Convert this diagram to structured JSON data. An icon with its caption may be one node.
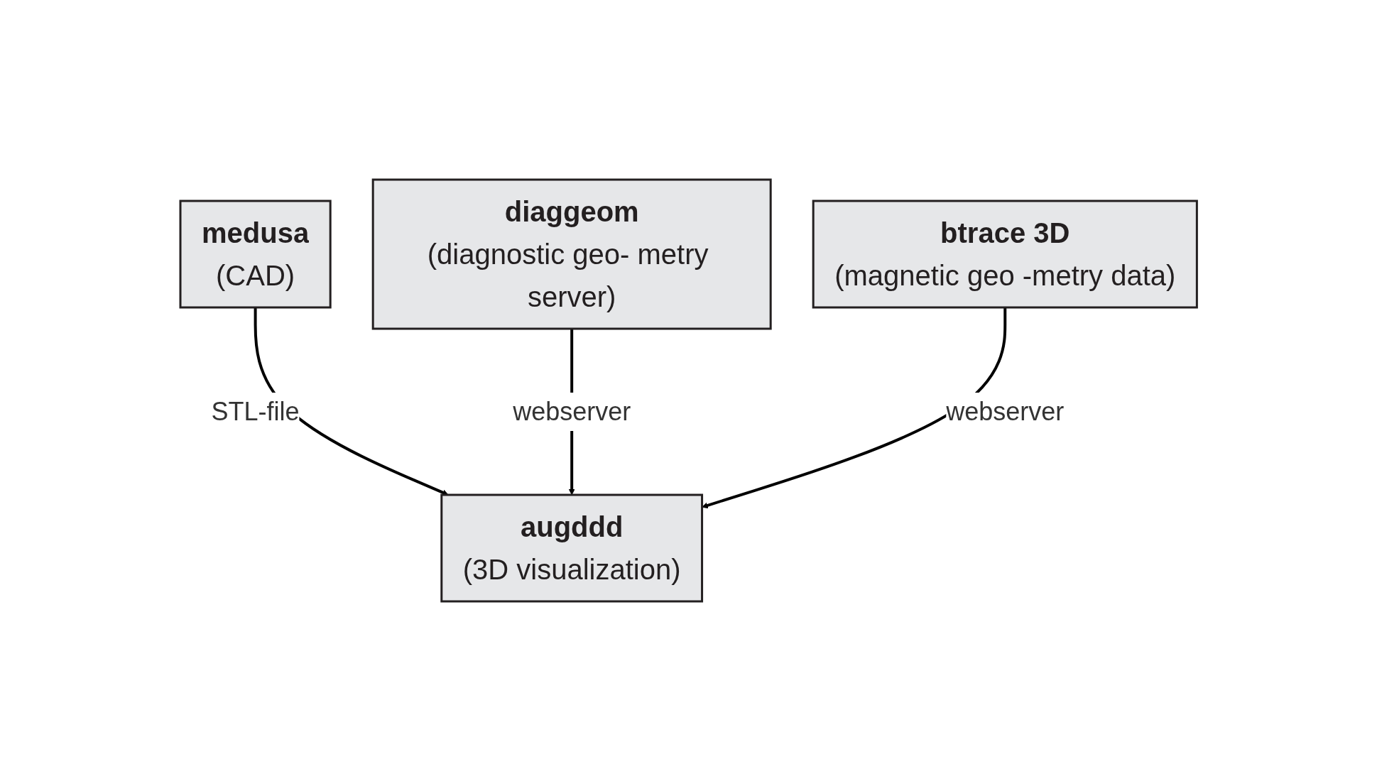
{
  "diagram": {
    "nodes": [
      {
        "text": [
          "medusa",
          "(CAD)"
        ]
      },
      {
        "text": [
          "diaggeom",
          "(diagnostic geo- metry server)"
        ]
      },
      {
        "text": [
          "btrace 3D",
          "(magnetic geo -metry data)"
        ]
      },
      {
        "text": [
          "augddd",
          "(3D visualization)"
        ]
      }
    ],
    "edges": [
      {
        "from": 0,
        "to": 3,
        "arrow": "to",
        "label": "STL-file"
      },
      {
        "from": 1,
        "to": 3,
        "arrow": "to",
        "label": "webserver"
      },
      {
        "from": 2,
        "to": 3,
        "arrow": "to",
        "label": "webserver"
      }
    ]
  }
}
